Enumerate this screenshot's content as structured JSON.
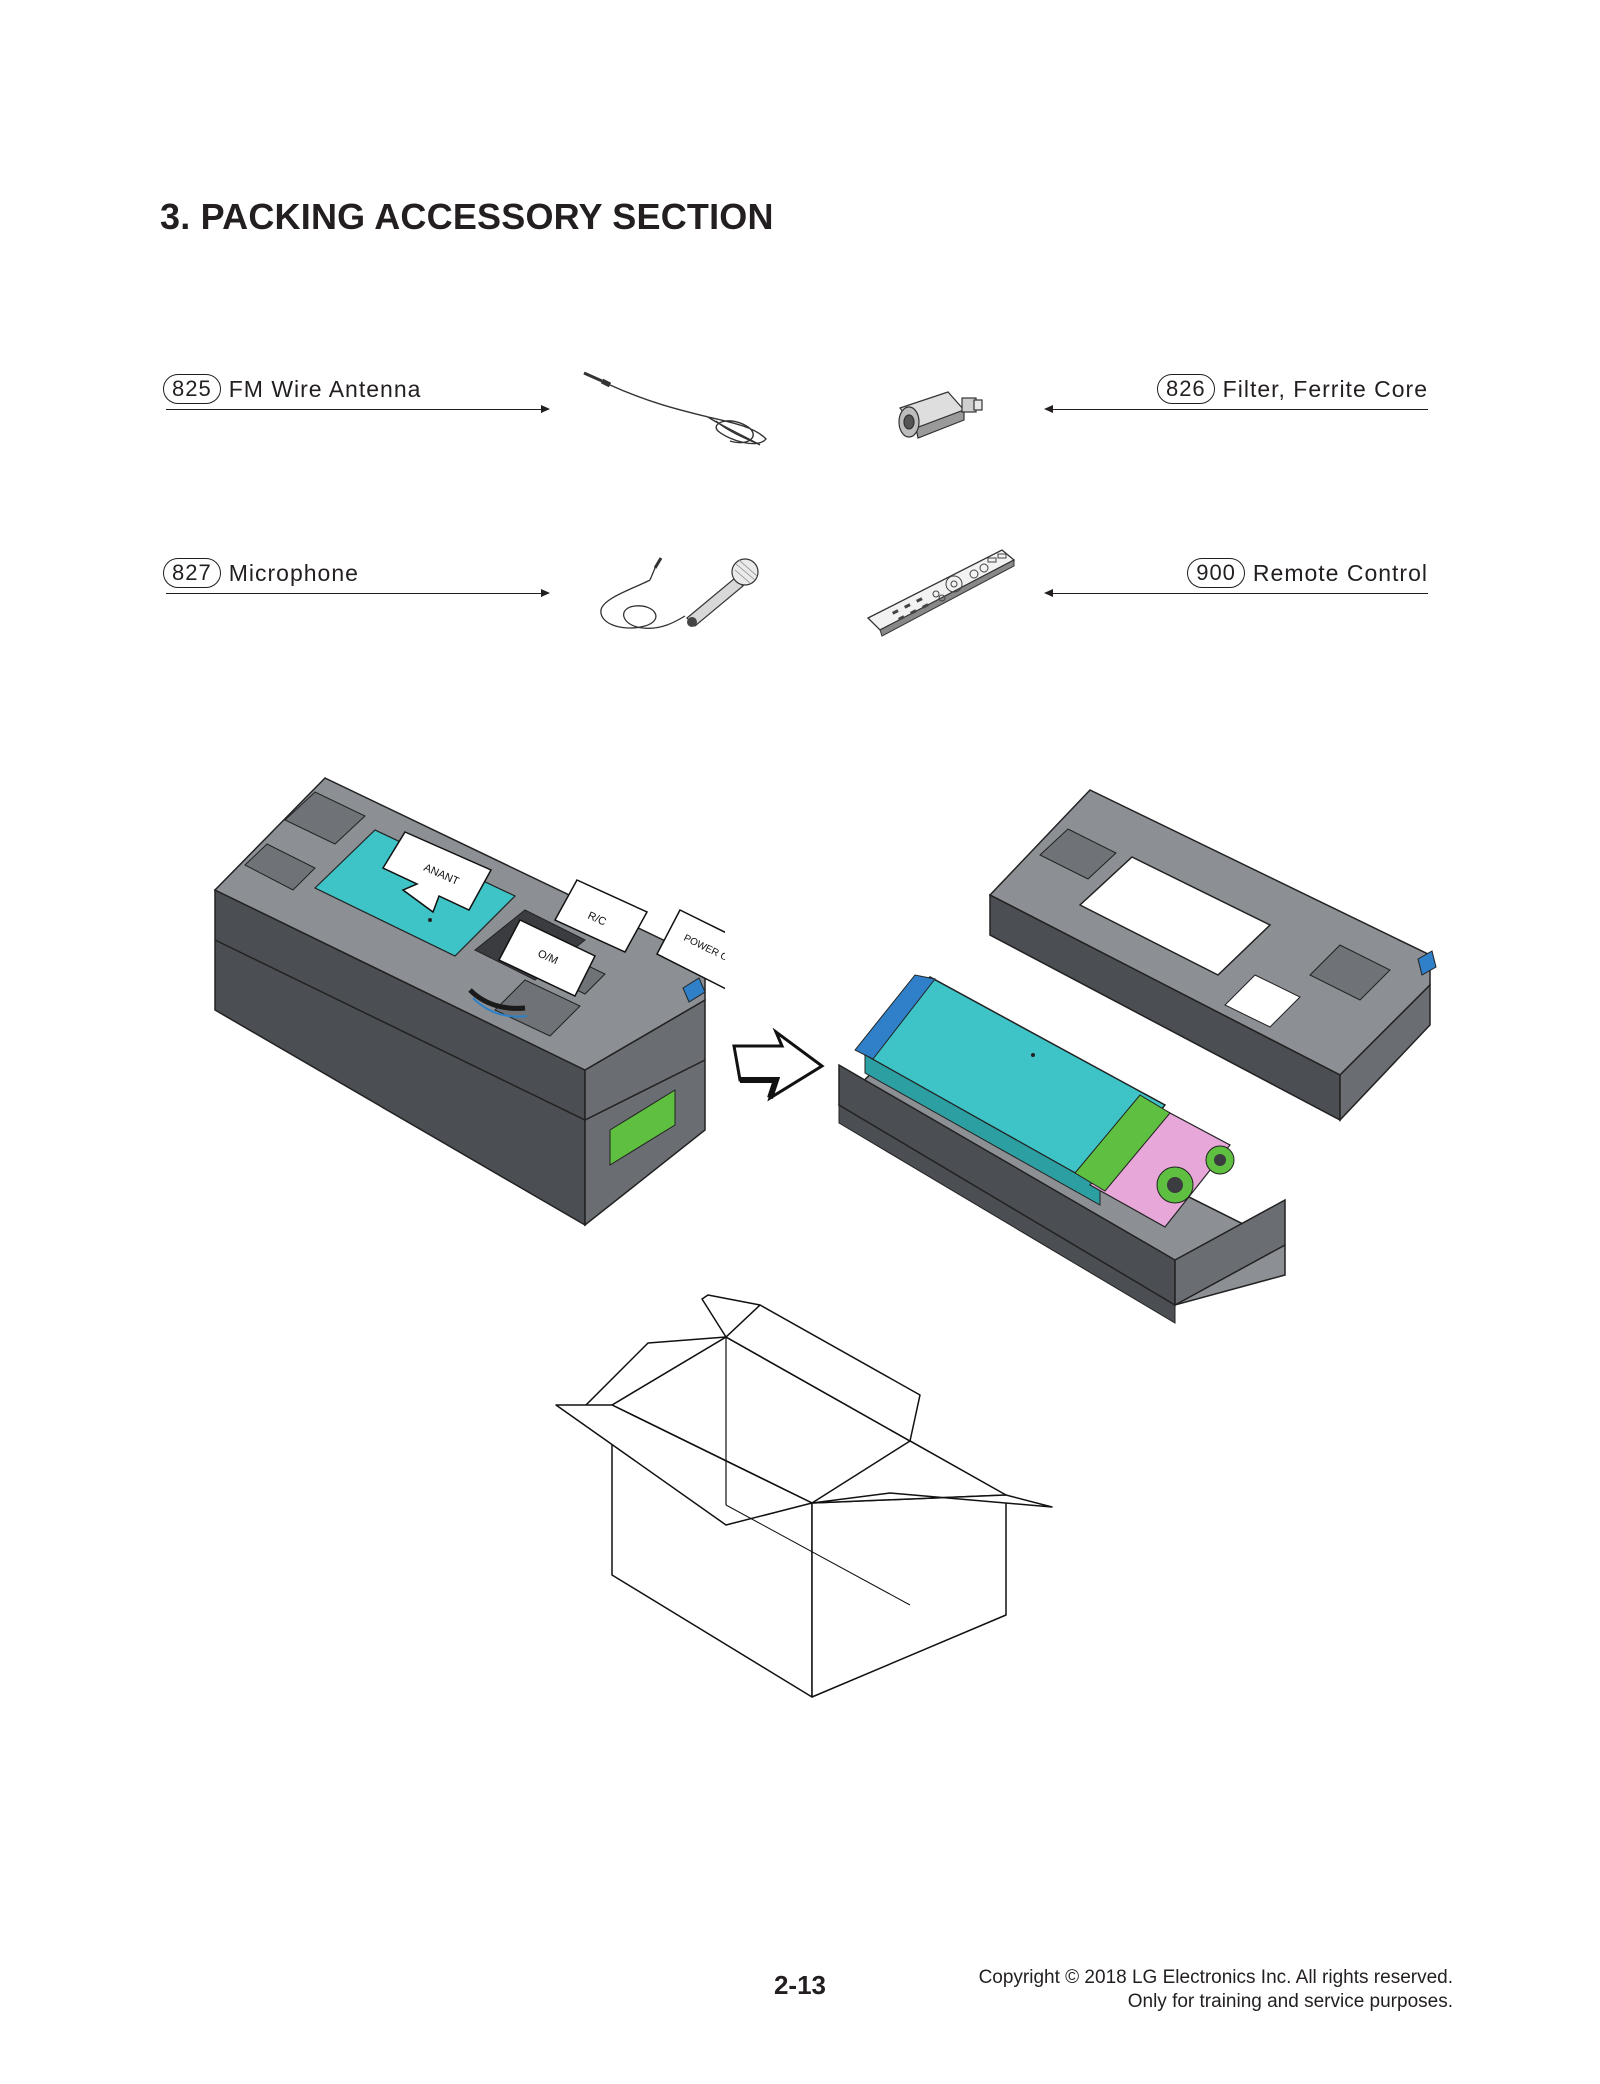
{
  "section_title": "3. PACKING ACCESSORY SECTION",
  "parts": [
    {
      "number": "825",
      "name": "FM Wire Antenna"
    },
    {
      "number": "826",
      "name": "Filter, Ferrite Core"
    },
    {
      "number": "827",
      "name": "Microphone"
    },
    {
      "number": "900",
      "name": "Remote Control"
    }
  ],
  "packing_tags": {
    "antenna": "ANANT",
    "remote": "R/C",
    "manual": "O/M",
    "power_cord": "POWER CORD"
  },
  "colors": {
    "unit_body": "#3ec3c6",
    "unit_cap": "#2f80c8",
    "pcb": "#5fbf40",
    "pink_panel": "#e7a7d8",
    "foam": "#5a5d61"
  },
  "footer": {
    "page_number": "2-13",
    "copyright_line1": "Copyright © 2018 LG Electronics Inc. All rights reserved.",
    "copyright_line2": "Only for training and service purposes."
  }
}
